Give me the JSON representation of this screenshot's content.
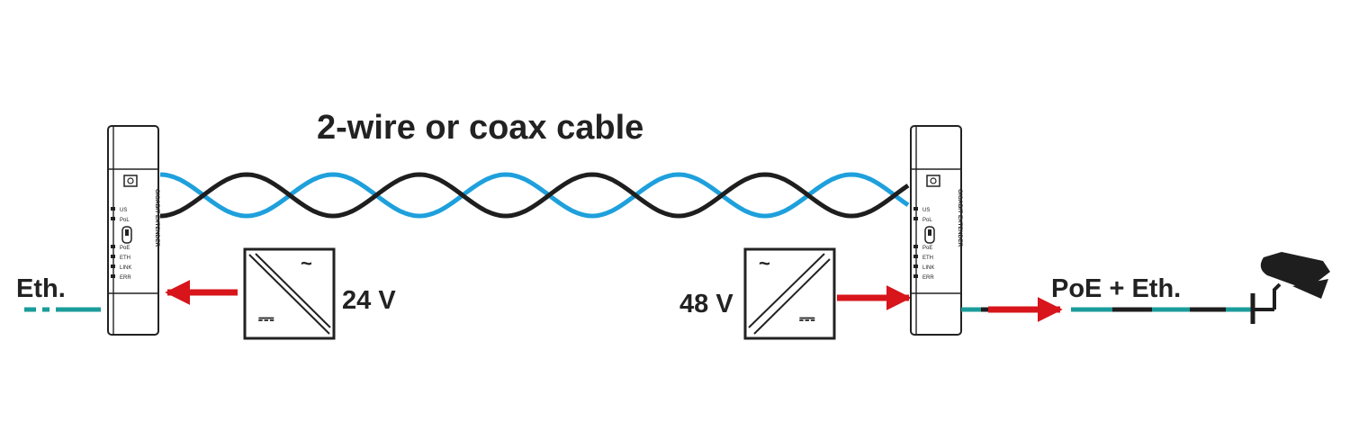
{
  "title": "2-wire or coax cable",
  "labels": {
    "eth_left": "Eth.",
    "poe_eth": "PoE + Eth.",
    "psu_left_voltage": "24 V",
    "psu_right_voltage": "48 V"
  },
  "psu_symbols": {
    "ac": "~",
    "dc": "⎓"
  },
  "devices": [
    {
      "vertical_label": "GIGABIT EXTENDER",
      "leds": [
        "US",
        "PoL",
        "PoE",
        "ETH",
        "LINK",
        "ERR"
      ]
    },
    {
      "vertical_label": "GIGABIT EXTENDER",
      "leds": [
        "US",
        "PoL",
        "PoE",
        "ETH",
        "LINK",
        "ERR"
      ]
    }
  ],
  "colors": {
    "wire_black": "#1e1e1e",
    "wire_blue": "#1ea0dc",
    "ethernet_teal": "#1a9c9a",
    "power_arrow": "#d7151b",
    "outline": "#222222"
  },
  "icons": [
    "cctv-camera-icon",
    "power-supply-icon",
    "gigabit-extender-device"
  ]
}
